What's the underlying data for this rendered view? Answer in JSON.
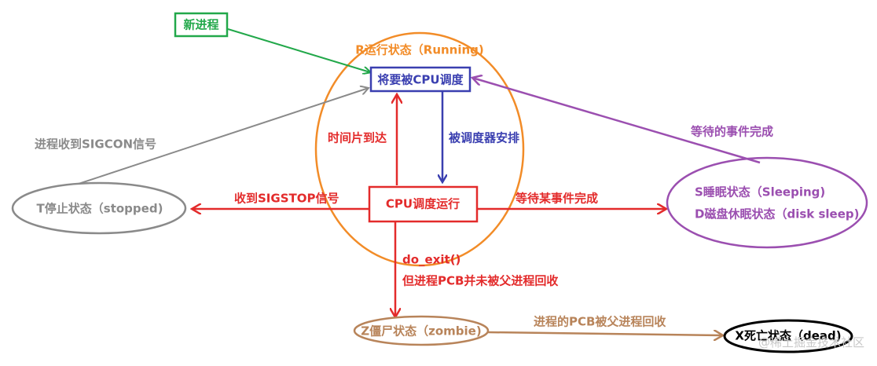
{
  "colors": {
    "green": "#22a84a",
    "orange": "#f28c28",
    "blue": "#3a3fb0",
    "red": "#e32b2b",
    "gray": "#8a8a8a",
    "purple": "#9b4fb0",
    "brown": "#b8845a",
    "black": "#000000",
    "watermark": "#c8c8c8"
  },
  "nodes": {
    "new_process": "新进程",
    "running_title": "R运行状态（Running)",
    "to_be_scheduled": "将要被CPU调度",
    "cpu_running": "CPU调度运行",
    "stopped": "T停止状态（stopped)",
    "sleeping_line1": "S睡眠状态（Sleeping)",
    "sleeping_line2": "D磁盘休眠状态（disk sleep)",
    "zombie": "Z僵尸状态（zombie)",
    "dead": "X死亡状态（dead)"
  },
  "edges": {
    "time_slice": "时间片到达",
    "scheduler_arranged": "被调度器安排",
    "sigstop": "收到SIGSTOP信号",
    "sigcon": "进程收到SIGCON信号",
    "wait_event": "等待某事件完成",
    "event_done": "等待的事件完成",
    "do_exit": "do_exit()",
    "not_reaped": "但进程PCB并未被父进程回收",
    "reaped": "进程的PCB被父进程回收"
  },
  "watermark": "@稀土掘金技术社区"
}
